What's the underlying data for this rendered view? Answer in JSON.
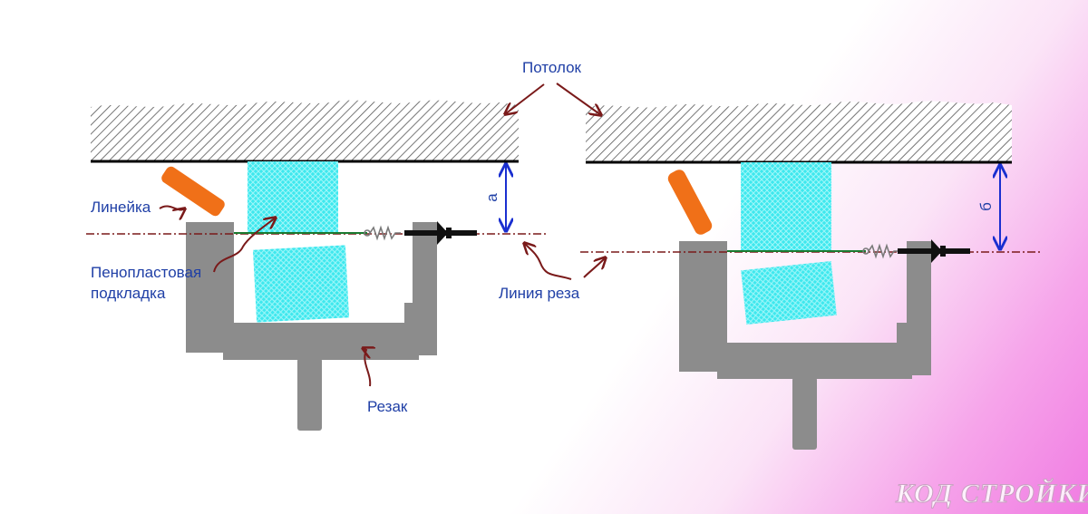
{
  "labels": {
    "ceiling": "Потолок",
    "ruler": "Линейка",
    "foam_pad_line1": "Пенопластовая",
    "foam_pad_line2": "подкладка",
    "cut_line": "Линия реза",
    "cutter": "Резак",
    "dim_a": "а",
    "dim_b": "б"
  },
  "watermark": "КОД СТРОЙКИ",
  "colors": {
    "label_text": "#1f3fa6",
    "arrow": "#7a1a1a",
    "dimension": "#1a2fd0",
    "tool_body": "#8c8c8c",
    "ruler": "#f07018",
    "foam": "#3ee8ee",
    "cut_line": "#7a1a1a",
    "wire": "#1a7a30",
    "ceiling_line": "#000000"
  }
}
